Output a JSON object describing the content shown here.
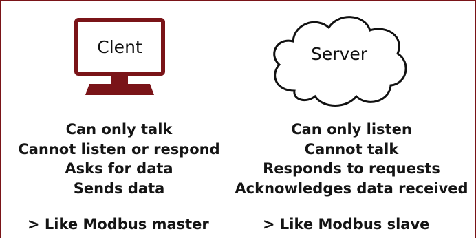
{
  "client": {
    "icon": "monitor-icon",
    "label": "Clent",
    "lines": [
      "Can only talk",
      "Cannot listen or respond",
      "Asks for data",
      "Sends data"
    ],
    "note": "> Like Modbus master"
  },
  "server": {
    "icon": "cloud-icon",
    "label": "Server",
    "lines": [
      "Can only listen",
      "Cannot talk",
      "Responds to requests",
      "Acknowledges data received"
    ],
    "note": "> Like Modbus slave"
  },
  "colors": {
    "accent": "#7a1418",
    "text": "#111111",
    "background": "#ffffff"
  }
}
